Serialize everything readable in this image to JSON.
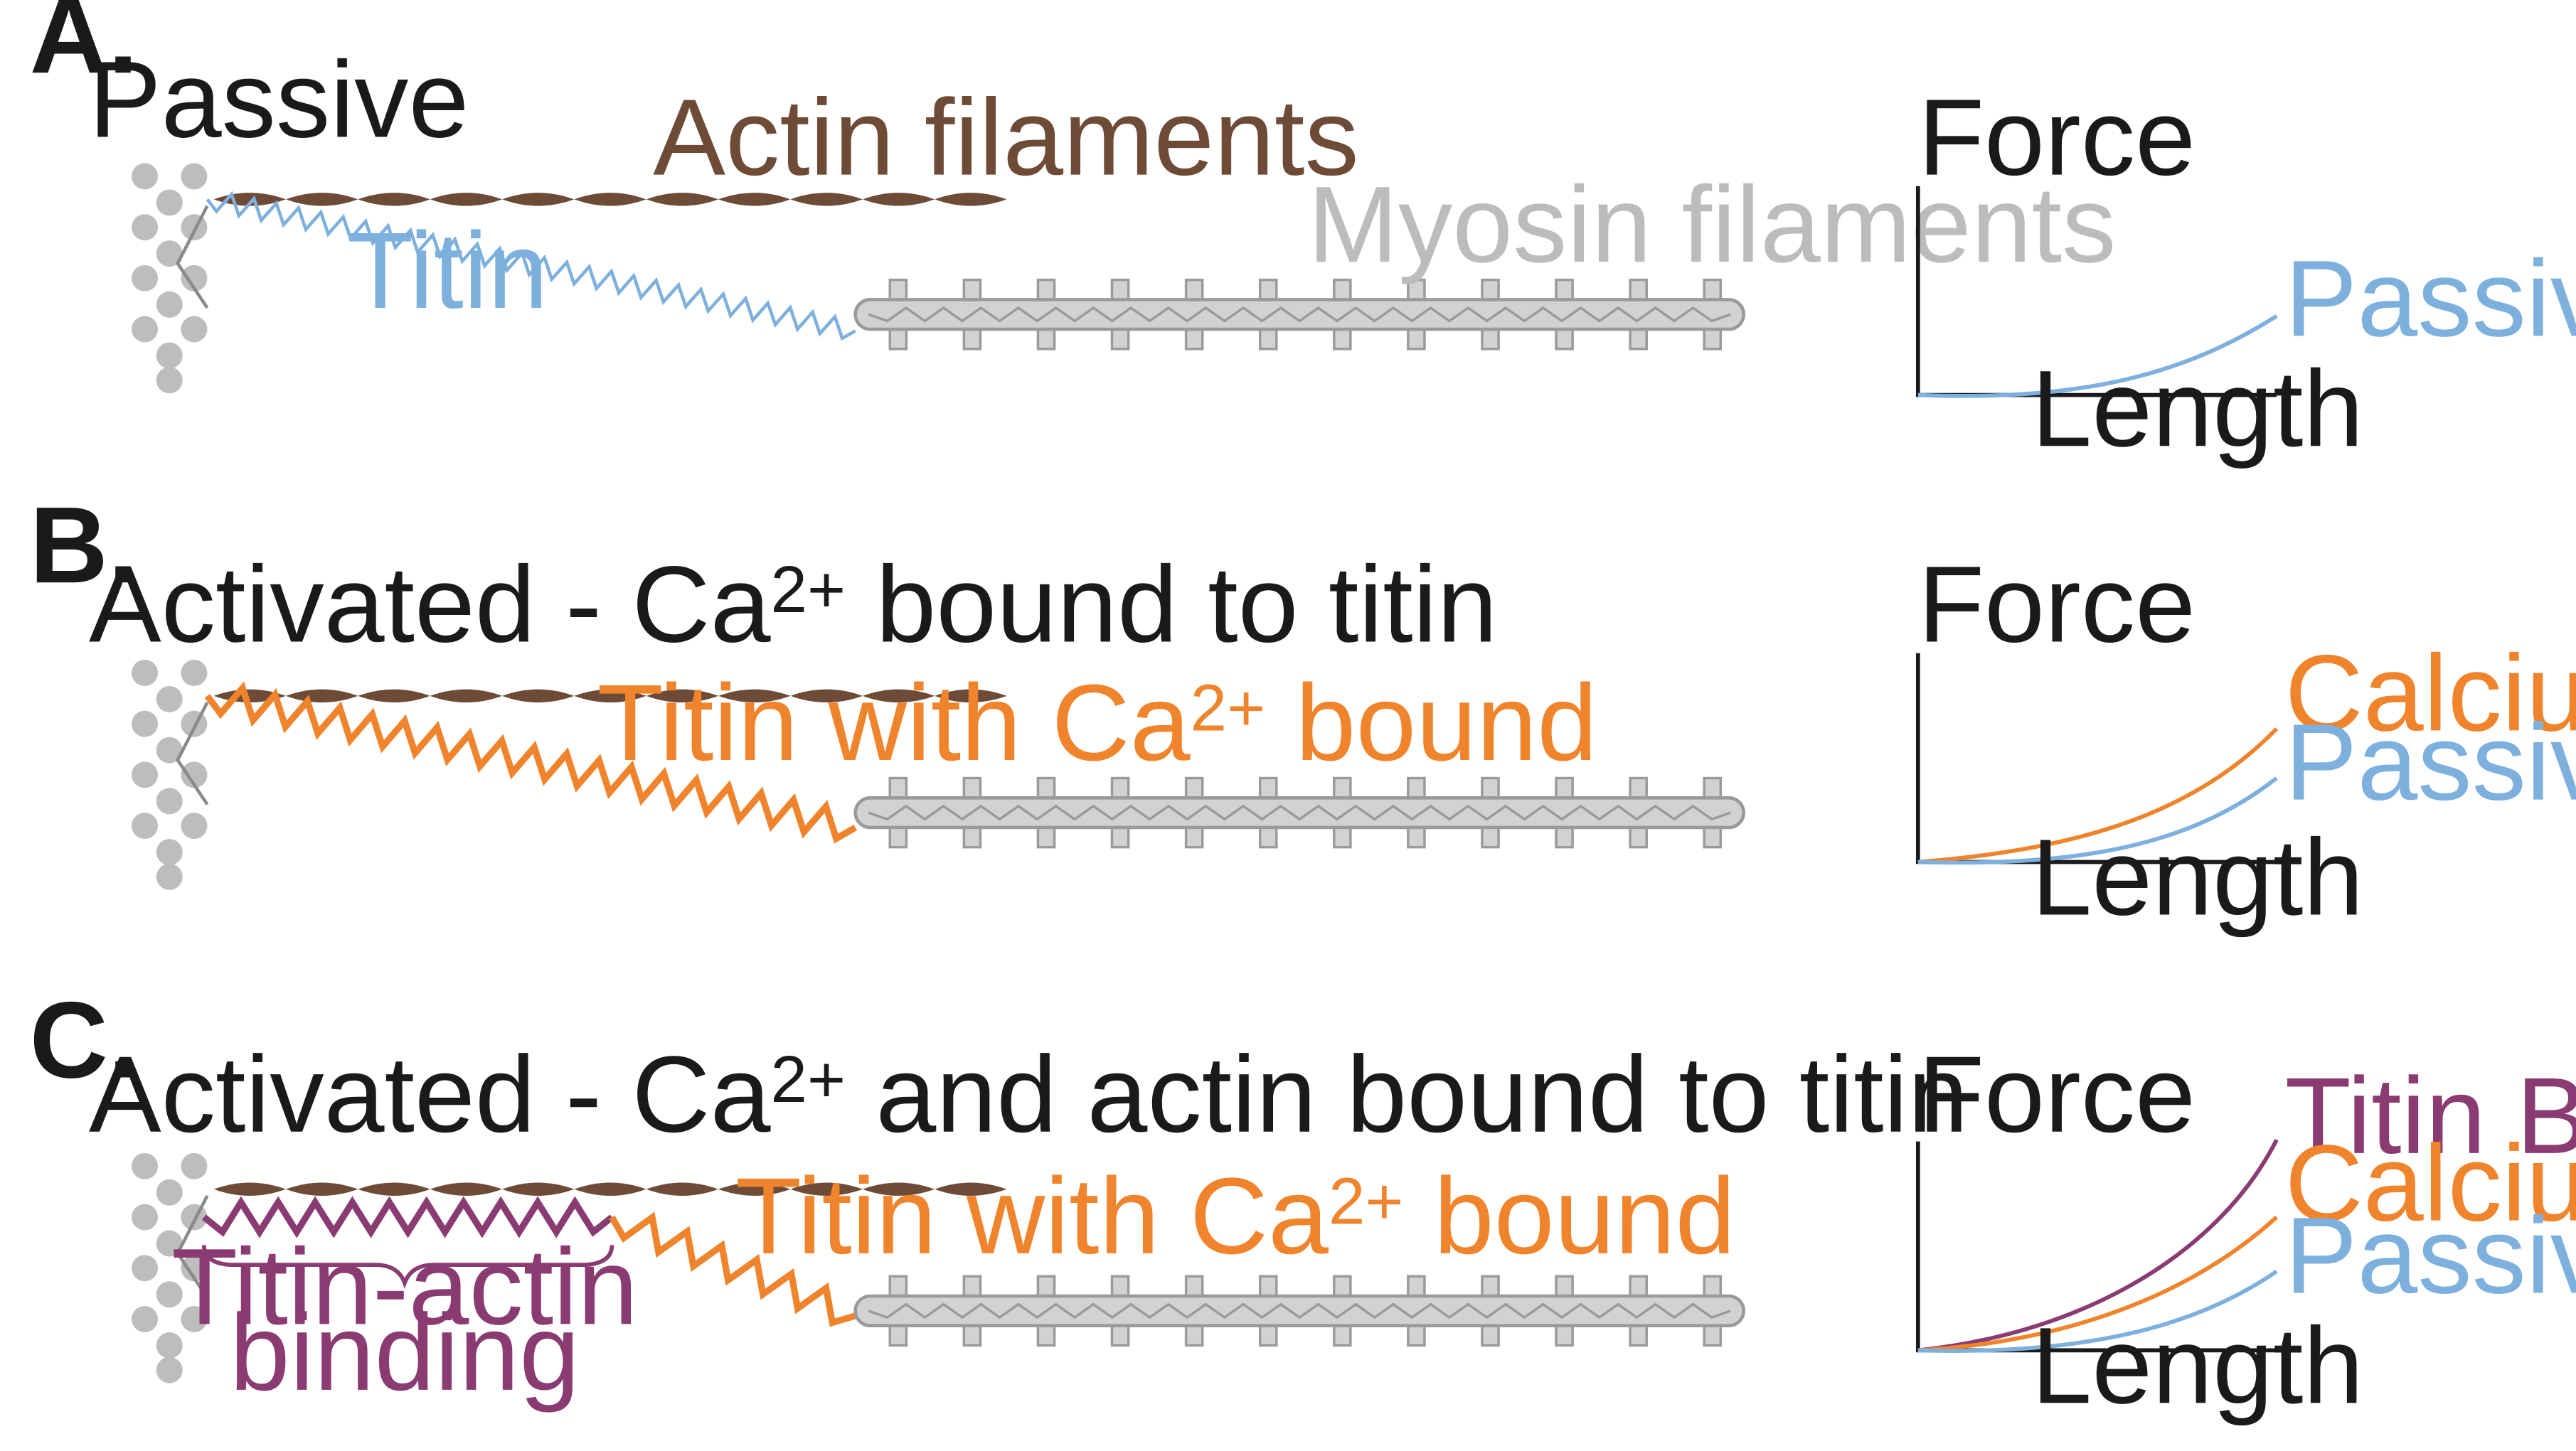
{
  "colors": {
    "actin": "#6e4b36",
    "titin_passive": "#7eb0de",
    "titin_calcium": "#f0842c",
    "titin_bound": "#8a3b72",
    "myosin_fill": "#d2d2d2",
    "myosin_stroke": "#9a9a9a",
    "zdisc": "#bdbdbd",
    "axis": "#1a1a1a",
    "myosin_label": "#bcbcbc"
  },
  "panels": {
    "a": {
      "label": "A.",
      "title": "Passive",
      "actin_label": "Actin filaments",
      "titin_label": "Titin",
      "myosin_label": "Myosin filaments"
    },
    "b": {
      "label": "B.",
      "title_prefix": "Activated - Ca",
      "title_sup": "2+",
      "title_suffix": " bound to titin",
      "titin_label_prefix": "Titin with Ca",
      "titin_label_sup": "2+",
      "titin_label_suffix": " bound"
    },
    "c": {
      "label": "C.",
      "title_prefix": "Activated - Ca",
      "title_sup": "2+",
      "title_suffix": " and actin bound to titin",
      "titin_label_prefix": "Titin with Ca",
      "titin_label_sup": "2+",
      "titin_label_suffix": " bound",
      "binding_label_line1": "Titin-actin",
      "binding_label_line2": "binding"
    }
  },
  "graphs": {
    "a": {
      "ylabel": "Force",
      "xlabel": "Length",
      "curves": [
        "Passive"
      ]
    },
    "b": {
      "ylabel": "Force",
      "xlabel": "Length",
      "curves": [
        "Calcium",
        "Passive"
      ]
    },
    "c": {
      "ylabel": "Force",
      "xlabel": "Length",
      "curves": [
        "Titin Bound",
        "Calcium",
        "Passive"
      ]
    }
  }
}
